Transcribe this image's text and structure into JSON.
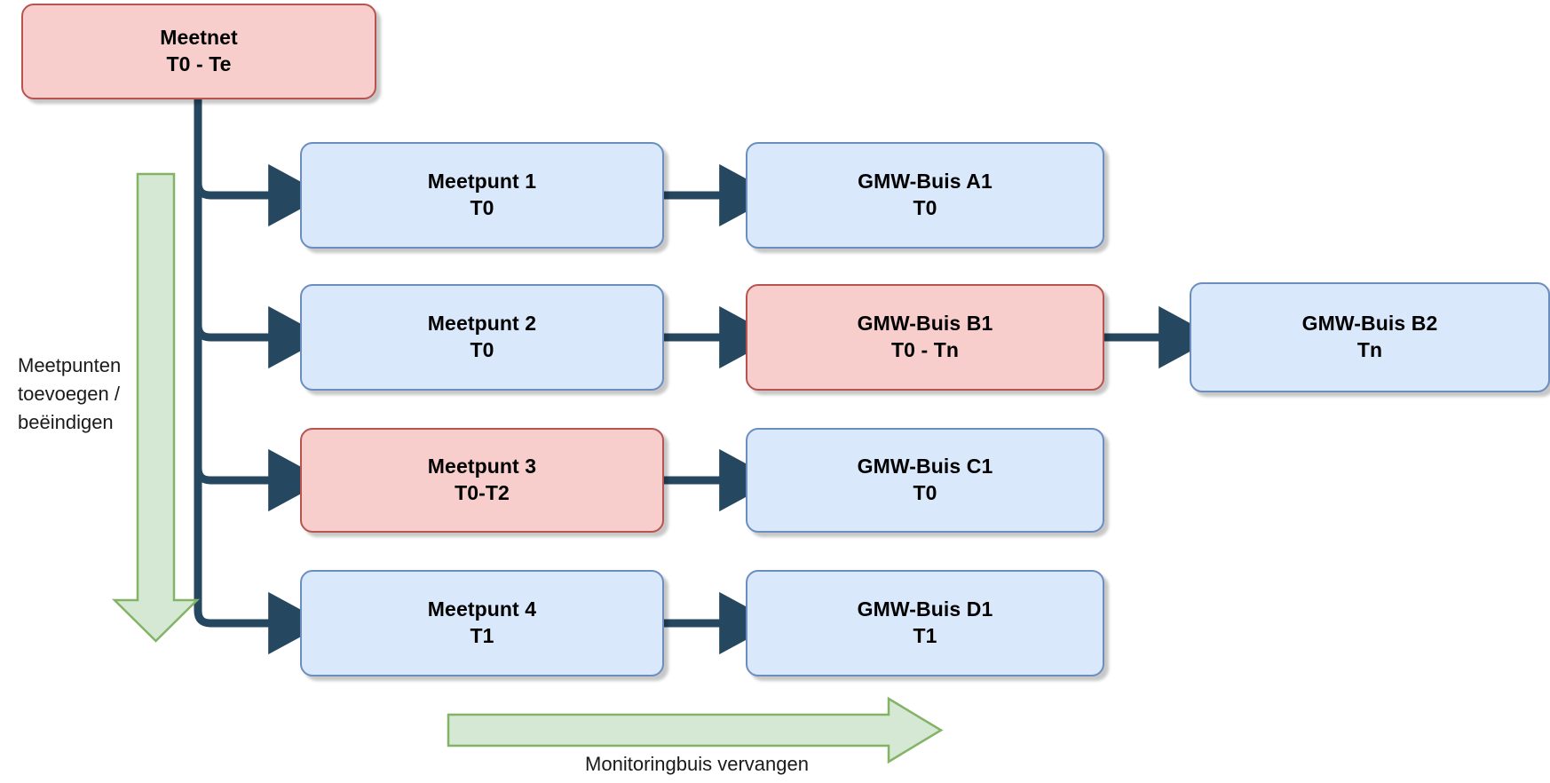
{
  "diagram": {
    "title_node": {
      "name": "Meetnet",
      "line1": "Meetnet",
      "line2": "T0 - Te",
      "color": "#f8cecc",
      "border": "#b85450"
    },
    "colors": {
      "blue_fill": "#dae8fc",
      "blue_border": "#6c8ebf",
      "pink_fill": "#f8cecc",
      "pink_border": "#b85450",
      "connector": "#25475f",
      "green_fill": "#d5e8d4",
      "green_border": "#82b366",
      "text": "#000000"
    },
    "nodes": [
      {
        "id": "meetnet",
        "line1": "Meetnet",
        "line2": "T0 - Te",
        "style": "pink"
      },
      {
        "id": "mp1",
        "line1": "Meetpunt 1",
        "line2": "T0",
        "style": "blue"
      },
      {
        "id": "mp2",
        "line1": "Meetpunt 2",
        "line2": "T0",
        "style": "blue"
      },
      {
        "id": "mp3",
        "line1": "Meetpunt 3",
        "line2": "T0-T2",
        "style": "pink"
      },
      {
        "id": "mp4",
        "line1": "Meetpunt 4",
        "line2": "T1",
        "style": "blue"
      },
      {
        "id": "buisA1",
        "line1": "GMW-Buis A1",
        "line2": "T0",
        "style": "blue"
      },
      {
        "id": "buisB1",
        "line1": "GMW-Buis B1",
        "line2": "T0 - Tn",
        "style": "pink"
      },
      {
        "id": "buisB2",
        "line1": "GMW-Buis B2",
        "line2": "Tn",
        "style": "blue"
      },
      {
        "id": "buisC1",
        "line1": "GMW-Buis C1",
        "line2": "T0",
        "style": "blue"
      },
      {
        "id": "buisD1",
        "line1": "GMW-Buis D1",
        "line2": "T1",
        "style": "blue"
      }
    ],
    "annotations": {
      "vertical_arrow_label": "Meetpunten\ntoevoegen /\nbeëindigen",
      "horizontal_arrow_label": "Monitoringbuis vervangen"
    }
  }
}
